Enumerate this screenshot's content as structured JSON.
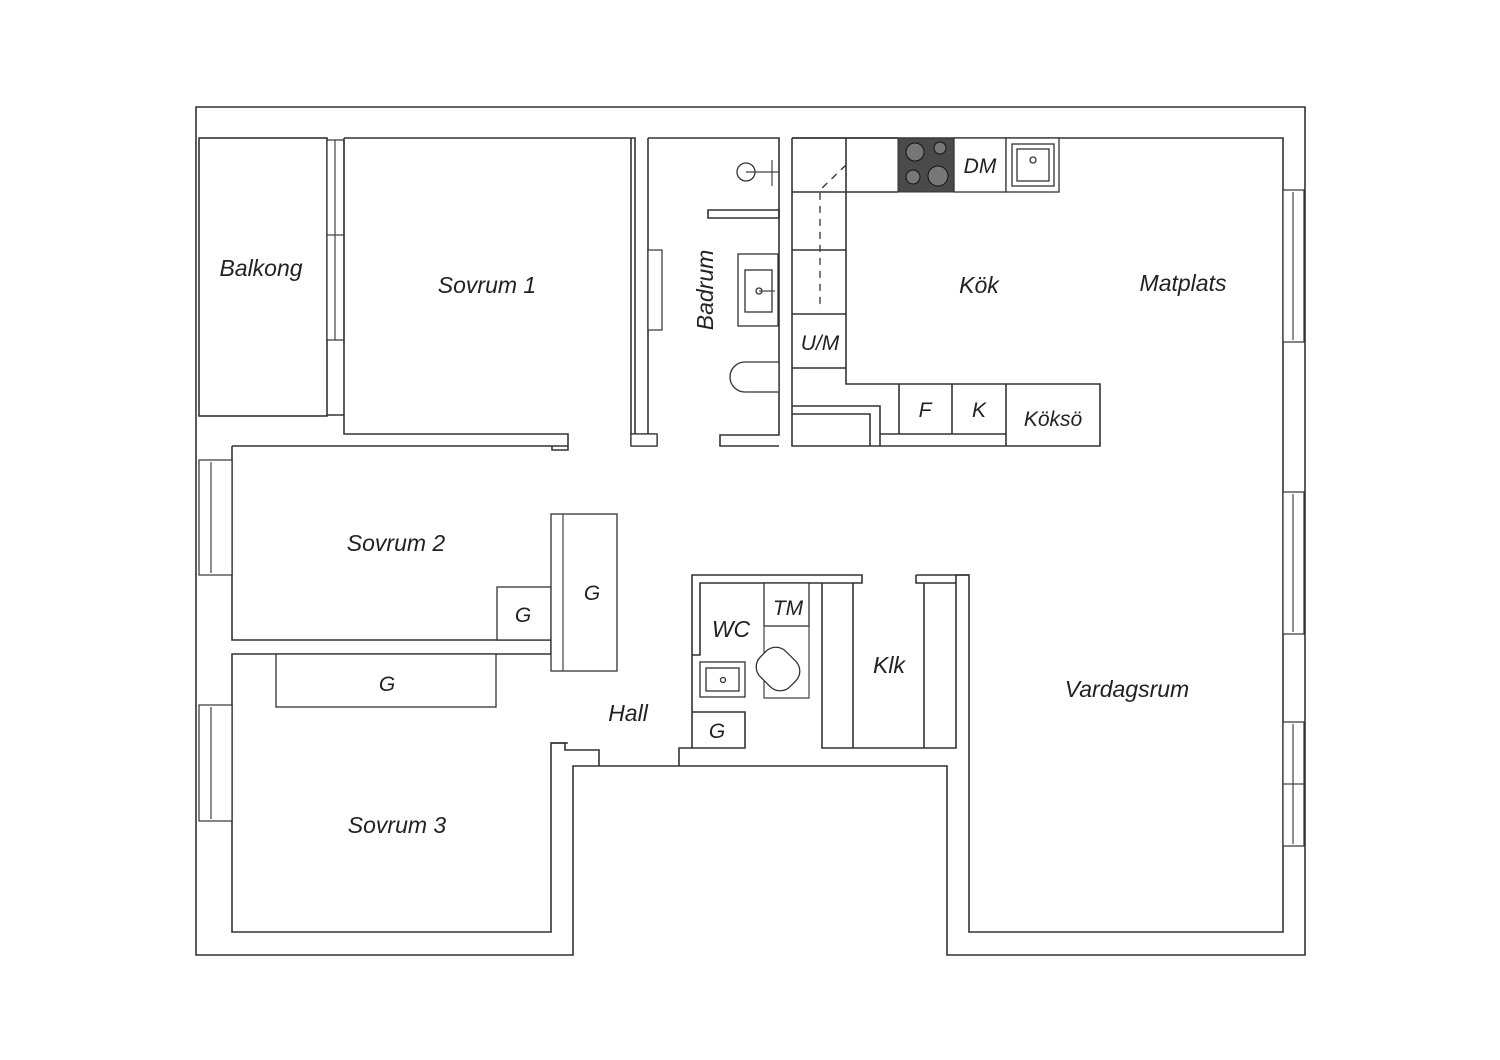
{
  "rooms": {
    "balkong": "Balkong",
    "sovrum1": "Sovrum 1",
    "badrum": "Badrum",
    "kok": "Kök",
    "matplats": "Matplats",
    "sovrum2": "Sovrum 2",
    "sovrum3": "Sovrum 3",
    "hall": "Hall",
    "wc": "WC",
    "klk": "Klk",
    "vardagsrum": "Vardagsrum"
  },
  "fixtures": {
    "dm": "DM",
    "um": "U/M",
    "f": "F",
    "k": "K",
    "koksö": "Köksö",
    "tm": "TM",
    "g": "G"
  },
  "colors": {
    "wall": "#333333",
    "stove": "#4a4a4a"
  }
}
